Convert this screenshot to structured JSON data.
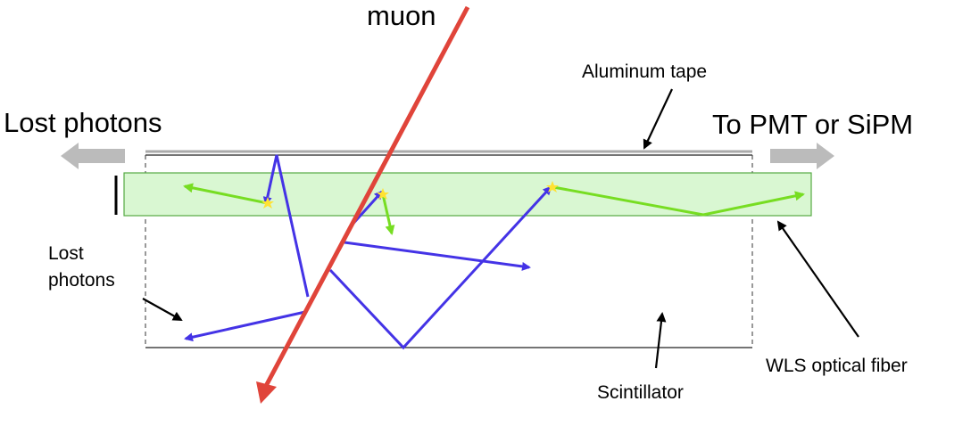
{
  "labels": {
    "muon": "muon",
    "lost_photons_top": "Lost photons",
    "to_detector": "To PMT or SiPM",
    "aluminum_tape": "Aluminum tape",
    "lost_photons_side": "Lost\nphotons",
    "scintillator": "Scintillator",
    "wls_fiber": "WLS optical fiber"
  },
  "colors": {
    "muon": "#e0443a",
    "blue_photon": "#4433e6",
    "green_photon": "#77dd22",
    "fiber_fill": "#d9f7d2",
    "fiber_edge": "#55aa44",
    "side_arrow": "#bbbbbb",
    "emission_star": "#ffe233"
  }
}
